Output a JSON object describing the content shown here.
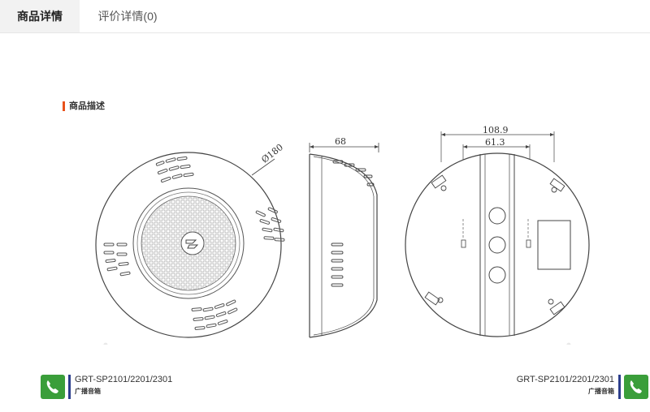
{
  "tabs": [
    {
      "label": "商品详情",
      "active": true
    },
    {
      "label": "评价详情(0)",
      "active": false
    }
  ],
  "section": {
    "title": "商品描述",
    "accent_color": "#e8521c"
  },
  "dimensions": {
    "front_diameter": "Ø180",
    "side_depth": "68",
    "rear_outer": "108.9",
    "rear_inner": "61.3"
  },
  "brand": {
    "model": "GRT-SP2101/2201/2301",
    "category": "广播音箱",
    "logo_color": "#3a9e3a",
    "stripe_color": "#2c3e8c",
    "logo_icon": "phone-icon"
  }
}
